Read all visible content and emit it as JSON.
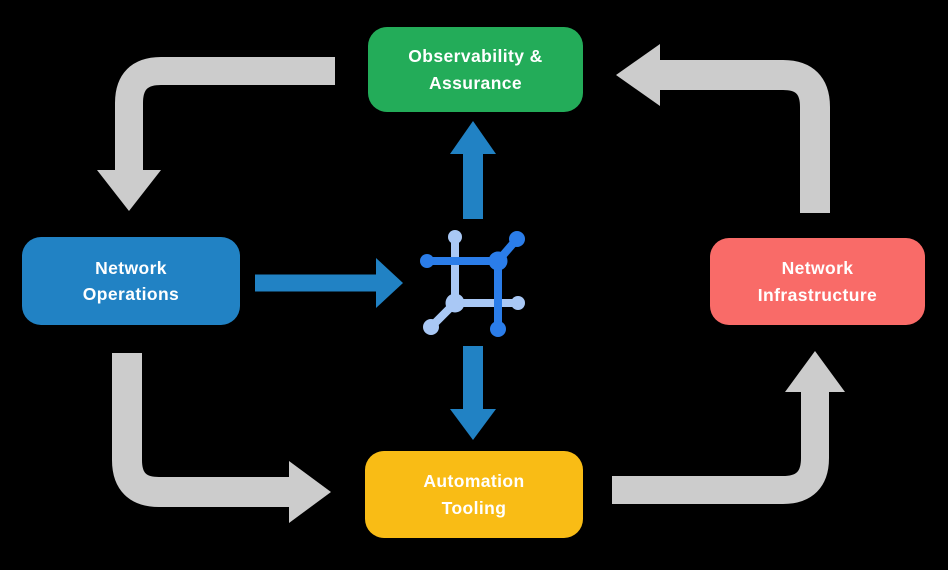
{
  "colors": {
    "background": "#000000",
    "text": "#ffffff",
    "green": "#23AC59",
    "blue": "#2182C4",
    "coral": "#F96B68",
    "yellow": "#F9BC15",
    "gray": "#CCCCCC",
    "icon_blue": "#2B7DE9",
    "icon_light": "#A9C8F5"
  },
  "nodes": {
    "observability": {
      "line1": "Observability &",
      "line2": "Assurance"
    },
    "operations": {
      "line1": "Network",
      "line2": "Operations"
    },
    "infrastructure": {
      "line1": "Network",
      "line2": "Infrastructure"
    },
    "automation": {
      "line1": "Automation",
      "line2": "Tooling"
    }
  },
  "icons": {
    "center": "network-fabric-icon"
  },
  "edges": [
    {
      "from": "observability-assurance",
      "to": "network-operations",
      "style": "gray-elbow"
    },
    {
      "from": "network-operations",
      "to": "automation-tooling",
      "style": "gray-elbow"
    },
    {
      "from": "automation-tooling",
      "to": "network-infrastructure",
      "style": "gray-elbow"
    },
    {
      "from": "network-infrastructure",
      "to": "observability-assurance",
      "style": "gray-elbow"
    },
    {
      "from": "network-operations",
      "to": "center-icon",
      "style": "blue-straight"
    },
    {
      "from": "center-icon",
      "to": "observability-assurance",
      "style": "blue-straight"
    },
    {
      "from": "center-icon",
      "to": "automation-tooling",
      "style": "blue-straight"
    }
  ]
}
